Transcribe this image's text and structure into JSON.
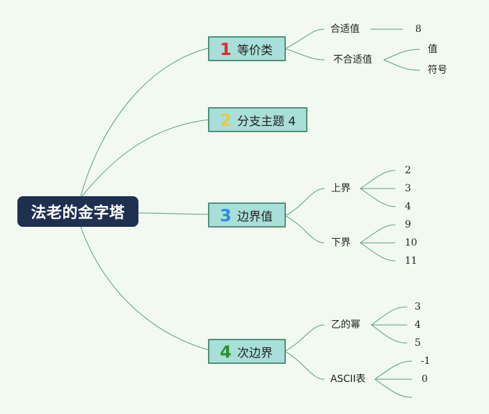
{
  "diagram": {
    "root": {
      "label": "法老的金字塔"
    },
    "branches": [
      {
        "badge": "1",
        "label": "等价类",
        "children": [
          {
            "label": "合适值",
            "children": [
              "8"
            ]
          },
          {
            "label": "不合适值",
            "children": [
              "值",
              "符号"
            ]
          }
        ]
      },
      {
        "badge": "2",
        "label": "分支主题 4",
        "children": []
      },
      {
        "badge": "3",
        "label": "边界值",
        "children": [
          {
            "label": "上界",
            "children": [
              "2",
              "3",
              "4"
            ]
          },
          {
            "label": "下界",
            "children": [
              "9",
              "10",
              "11"
            ]
          }
        ]
      },
      {
        "badge": "4",
        "label": "次边界",
        "children": [
          {
            "label": "乙的幂",
            "children": [
              "3",
              "4",
              "5"
            ]
          },
          {
            "label": "ASCII表",
            "children": [
              "-1",
              "0",
              ""
            ]
          }
        ]
      }
    ]
  },
  "colors": {
    "background": "#f1f9f0",
    "root_fill": "#1f2f4f",
    "branch_fill": "#a8dfd8",
    "branch_border": "#4f8f76",
    "connector": "#5a9c83",
    "badge_1": "#e12b2b",
    "badge_2": "#e8c949",
    "badge_3": "#2a8be0",
    "badge_4": "#2c8f2f"
  }
}
